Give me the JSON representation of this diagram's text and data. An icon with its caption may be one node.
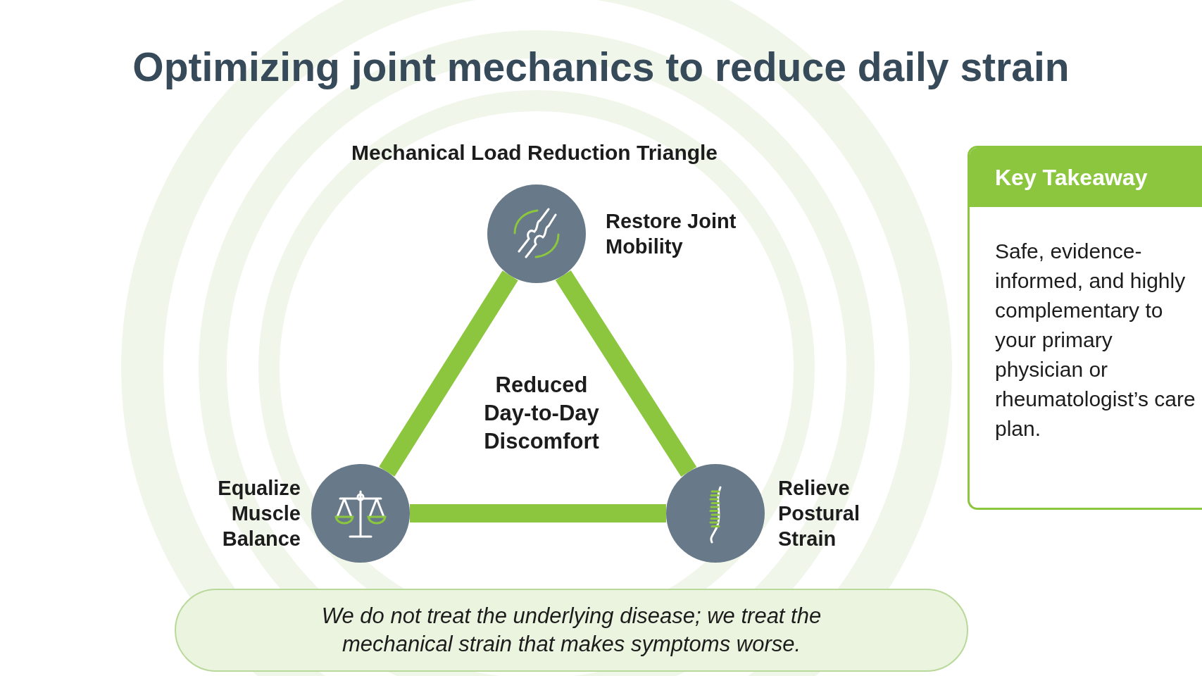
{
  "diagram": {
    "title": "Optimizing joint mechanics to reduce daily strain",
    "nodes": [
      {
        "text": [],
        "shape": "circle",
        "beside": [
          "Restore Joint Mobility"
        ]
      },
      {
        "text": [],
        "shape": "circle",
        "beside": [
          "Equalize Muscle Balance"
        ]
      },
      {
        "text": [],
        "shape": "circle",
        "beside": [
          "Relieve Postural Strain"
        ]
      },
      {
        "text": [
          "Key Takeaway",
          "Safe, evidence-informed, and highly complementary to your primary physician or rheumatologist’s care plan."
        ]
      },
      {
        "text": [
          "We do not treat the underlying disease; we treat the mechanical strain that makes symptoms worse."
        ]
      }
    ],
    "edges": [
      {
        "from": 0,
        "to": 1,
        "arrow": "none"
      },
      {
        "from": 1,
        "to": 2,
        "arrow": "none"
      },
      {
        "from": 2,
        "to": 0,
        "arrow": "none"
      }
    ],
    "labels": [
      "Mechanical Load Reduction Triangle",
      "Reduced Day-to-Day Discomfort"
    ]
  }
}
